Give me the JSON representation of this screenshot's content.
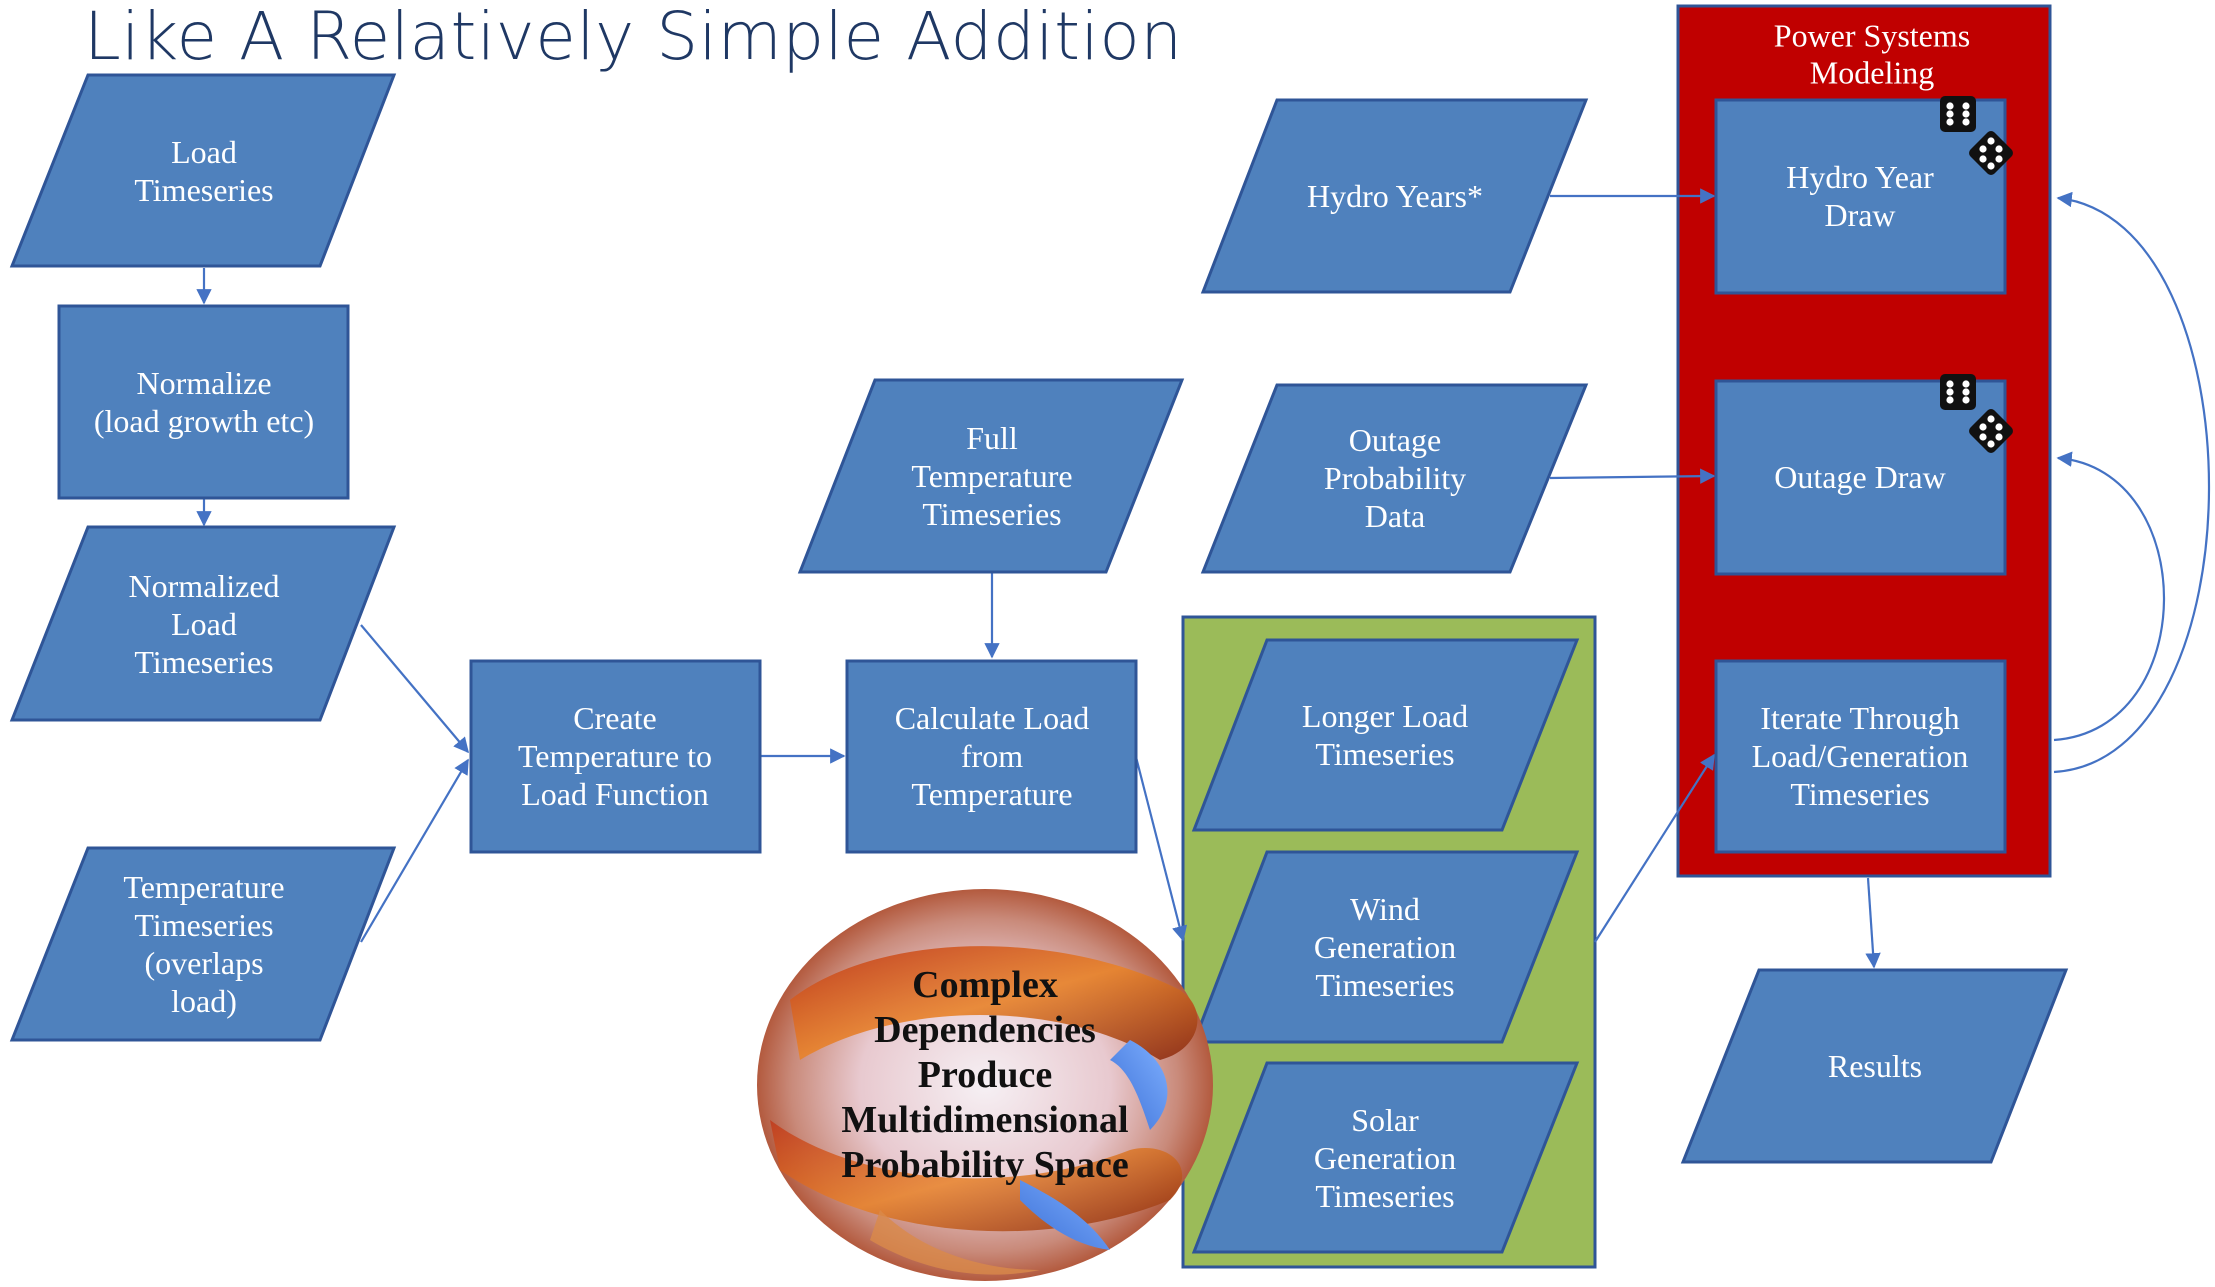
{
  "slide_title": "Like A Relatively Simple Addition",
  "colors": {
    "shape_fill": "#4f81bd",
    "shape_stroke": "#2f5597",
    "arrow": "#4472c4",
    "container_red": "#c00000",
    "container_green": "#9bbb59",
    "text_light": "#ffffff",
    "text_dark": "#111111"
  },
  "nodes": {
    "load_timeseries": [
      "Load",
      "Timeseries"
    ],
    "normalize": [
      "Normalize",
      "(load growth etc)"
    ],
    "normalized_load": [
      "Normalized",
      "Load",
      "Timeseries"
    ],
    "temperature_timeseries": [
      "Temperature",
      "Timeseries",
      "(overlaps",
      "load)"
    ],
    "create_function": [
      "Create",
      "Temperature to",
      "Load Function"
    ],
    "full_temperature": [
      "Full",
      "Temperature",
      "Timeseries"
    ],
    "calculate_load": [
      "Calculate Load",
      "from",
      "Temperature"
    ],
    "hydro_years": [
      "Hydro Years*"
    ],
    "outage_data": [
      "Outage",
      "Probability",
      "Data"
    ],
    "longer_load": [
      "Longer Load",
      "Timeseries"
    ],
    "wind_generation": [
      "Wind",
      "Generation",
      "Timeseries"
    ],
    "solar_generation": [
      "Solar",
      "Generation",
      "Timeseries"
    ],
    "power_systems": [
      "Power Systems",
      "Modeling"
    ],
    "hydro_draw": [
      "Hydro Year",
      "Draw"
    ],
    "outage_draw": [
      "Outage Draw"
    ],
    "iterate": [
      "Iterate Through",
      "Load/Generation",
      "Timeseries"
    ],
    "results": [
      "Results"
    ],
    "complex_dependencies": [
      "Complex",
      "Dependencies",
      "Produce",
      "Multidimensional",
      "Probability Space"
    ]
  },
  "icons": [
    "dice-icon",
    "dice-icon"
  ]
}
